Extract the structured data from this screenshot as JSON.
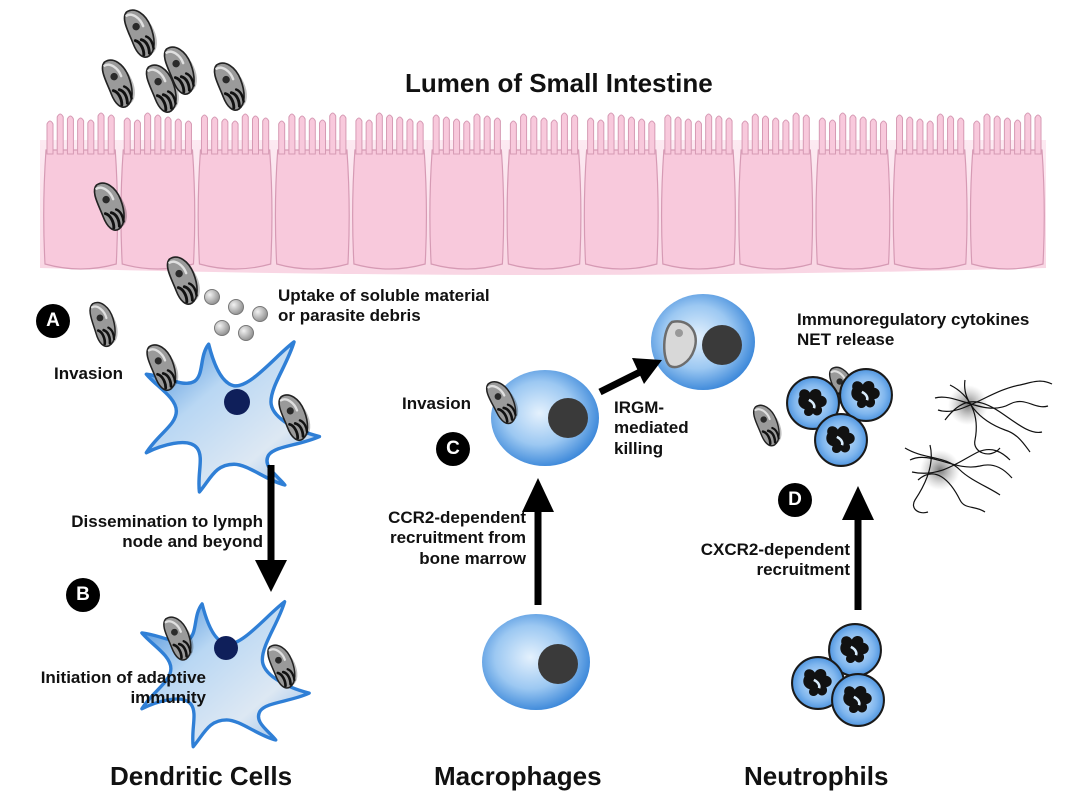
{
  "lumen_title": "Lumen of Small Intestine",
  "dendritic": {
    "badge_a": "A",
    "badge_b": "B",
    "uptake_line1": "Uptake of soluble material",
    "uptake_line2": "or parasite debris",
    "invasion": "Invasion",
    "dissemination_line1": "Dissemination to lymph",
    "dissemination_line2": "node and beyond",
    "initiation_line1": "Initiation of adaptive",
    "initiation_line2": "immunity",
    "column_title": "Dendritic Cells"
  },
  "macrophages": {
    "badge_c": "C",
    "invasion": "Invasion",
    "irgm_line1": "IRGM-",
    "irgm_line2": "mediated",
    "irgm_line3": "killing",
    "ccr2_line1": "CCR2-dependent",
    "ccr2_line2": "recruitment from",
    "ccr2_line3": "bone marrow",
    "column_title": "Macrophages"
  },
  "neutrophils": {
    "badge_d": "D",
    "immuno_line1": "Immunoregulatory cytokines",
    "immuno_line2": "NET release",
    "cxcr2_line1": "CXCR2-dependent",
    "cxcr2_line2": "recruitment",
    "column_title": "Neutrophils"
  },
  "colors": {
    "epithelium": "#f8c9dc",
    "cell_blue": "#3b86d8",
    "nucleus": "#3a3a3a",
    "parasite": "#8e8e8e"
  }
}
